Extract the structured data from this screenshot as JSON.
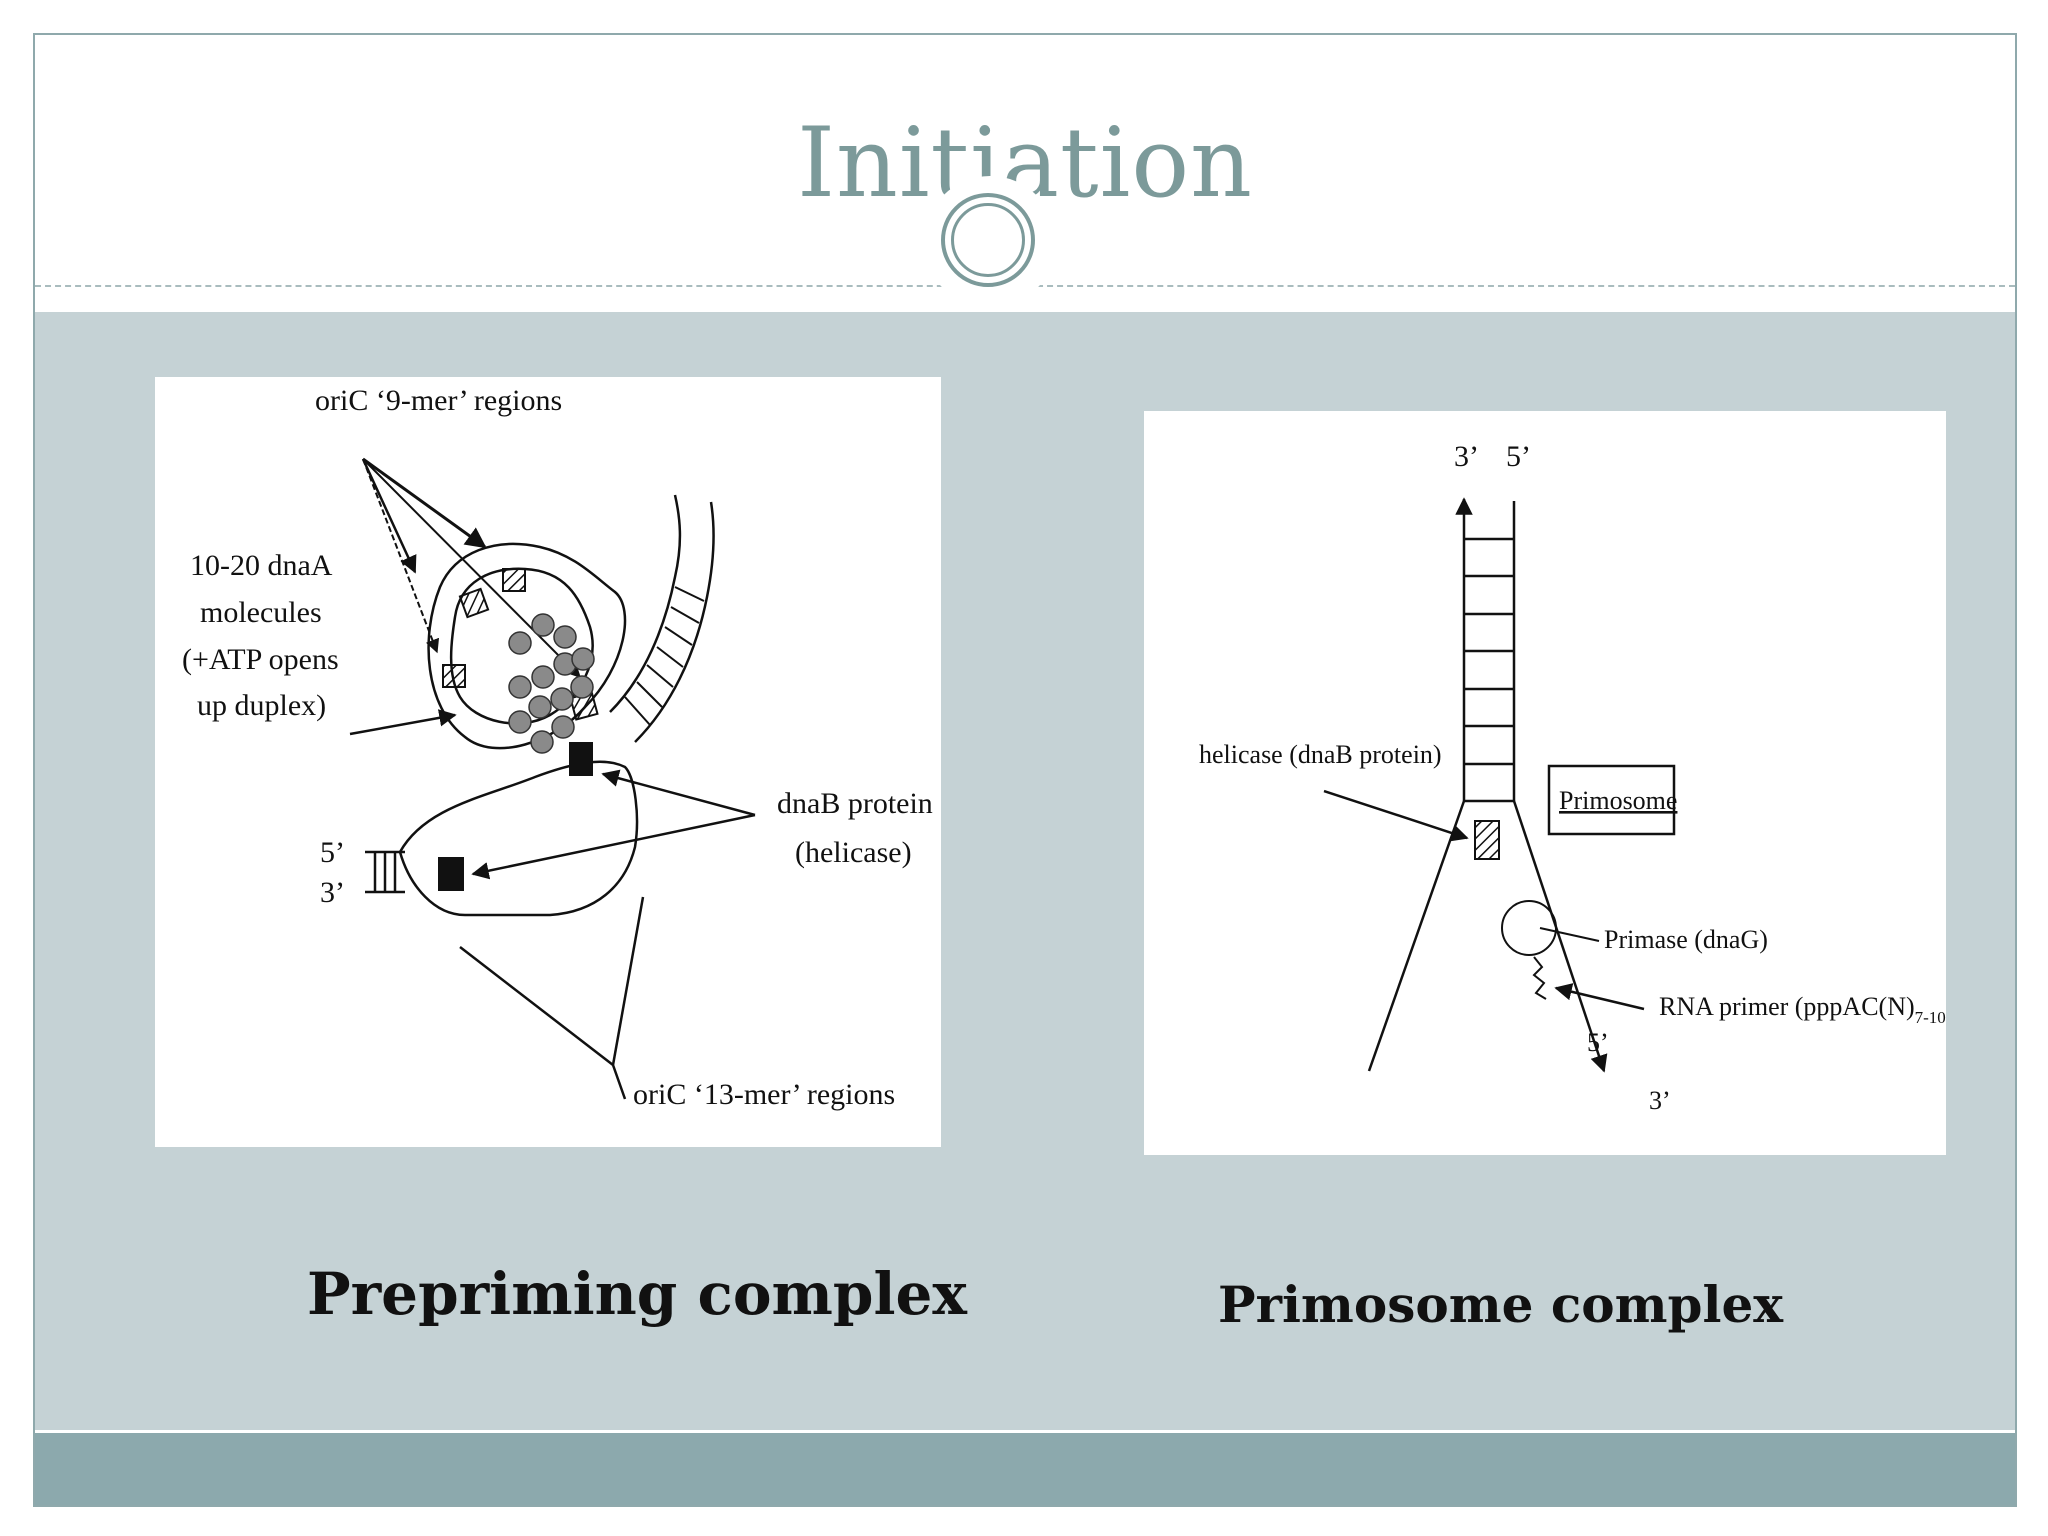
{
  "slide": {
    "title": "Initiation",
    "colors": {
      "title": "#7c9a9a",
      "content_background": "#c5d2d5",
      "footer_band": "#8ca9ad",
      "border": "#8fa9ac"
    }
  },
  "left_diagram": {
    "caption": "Prepriming complex",
    "labels": {
      "nine_mer": "oriC ‘9-mer’ regions",
      "dnaA_line1": "10-20 dnaA",
      "dnaA_line2": "molecules",
      "dnaA_line3": "(+ATP opens",
      "dnaA_line4": "up duplex)",
      "dnaB_line1": "dnaB protein",
      "dnaB_line2": "(helicase)",
      "five_prime": "5’",
      "three_prime": "3’",
      "thirteen_mer": "oriC ‘13-mer’ regions"
    }
  },
  "right_diagram": {
    "caption": "Primosome complex",
    "labels": {
      "top_three_prime": "3’",
      "top_five_prime": "5’",
      "helicase": "helicase (dnaB protein)",
      "primosome_box": "Primosome",
      "primase": "Primase (dnaG)",
      "rna_primer": "RNA primer (pppAC(N)",
      "rna_primer_subscript": "7-10",
      "rna_primer_close": ")",
      "bottom_five_prime": "5’",
      "bottom_three_prime": "3’"
    }
  }
}
